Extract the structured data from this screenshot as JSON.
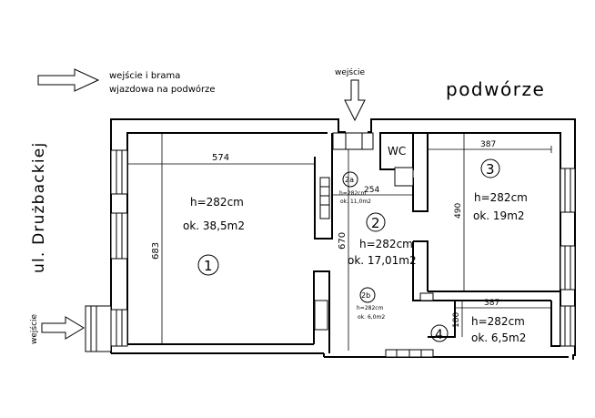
{
  "legend": {
    "line1": "wejście i brama",
    "line2": "wjazdowa na podwórze"
  },
  "labels": {
    "courtyard": "podwórze",
    "street": "ul. Drużbackiej",
    "entrance_top": "wejście",
    "entrance_left": "wejście",
    "wc": "WC"
  },
  "rooms": [
    {
      "number": "1",
      "height": "h=282cm",
      "area": "ok. 38,5m2"
    },
    {
      "number": "2",
      "height": "h=282cm",
      "area": "ok. 17,01m2"
    },
    {
      "number": "2a",
      "height": "h=282cm",
      "area": "ok. 11,0m2"
    },
    {
      "number": "2b",
      "height": "h=282cm",
      "area": "ok. 6,0m2"
    },
    {
      "number": "3",
      "height": "h=282cm",
      "area": "ok. 19m2"
    },
    {
      "number": "4",
      "height": "h=282cm",
      "area": "ok. 6,5m2"
    }
  ],
  "dimensions": {
    "room1_width": "574",
    "room1_height": "683",
    "room2_width": "254",
    "room2_height": "670",
    "room3_width": "387",
    "room3_height": "490",
    "room4_width": "387",
    "room4_height": "180"
  }
}
